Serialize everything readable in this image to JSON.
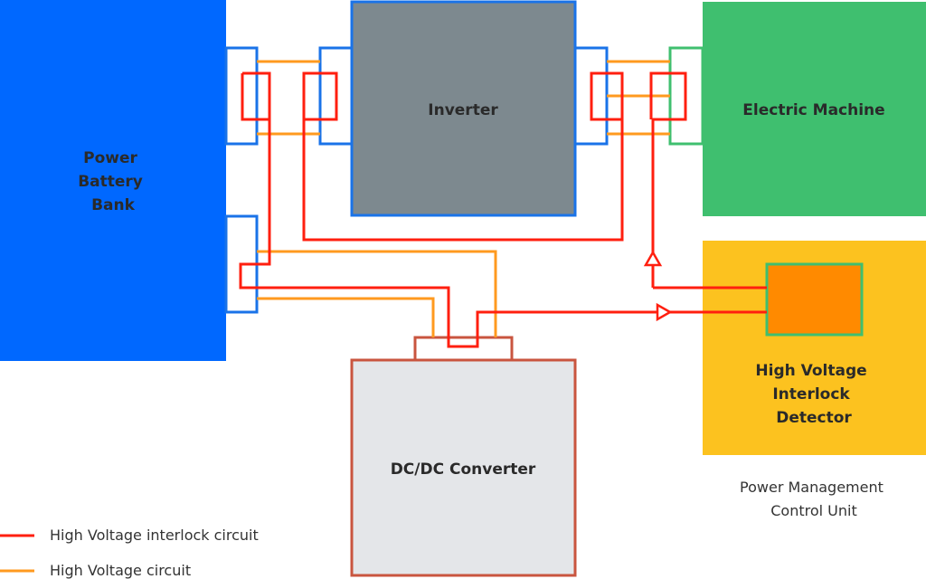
{
  "colors": {
    "battery": "#0068ff",
    "battery_port": "#1a73e8",
    "inverter": "#7d898f",
    "inverter_border": "#1a73e8",
    "machine": "#3fbf6f",
    "machine_border": "#3fbf6f",
    "detector": "#fcc21f",
    "detector_inner": "#ff8a00",
    "detector_inner_border": "#3fbf6f",
    "converter": "#e4e6e9",
    "converter_border": "#c9553f",
    "interlock": "#ff1f0f",
    "hv": "#ff9a1f"
  },
  "blocks": {
    "battery": {
      "lines": [
        "Power",
        "Battery",
        "Bank"
      ]
    },
    "inverter": {
      "label": "Inverter"
    },
    "machine": {
      "label": "Electric Machine"
    },
    "detector": {
      "lines": [
        "High Voltage",
        "Interlock",
        "Detector"
      ]
    },
    "converter": {
      "label": "DC/DC Converter"
    }
  },
  "pmcu": {
    "lines": [
      "Power Management",
      "Control Unit"
    ]
  },
  "legend": [
    {
      "key": "interlock",
      "label": "High Voltage interlock circuit"
    },
    {
      "key": "hv",
      "label": "High Voltage circuit"
    }
  ]
}
